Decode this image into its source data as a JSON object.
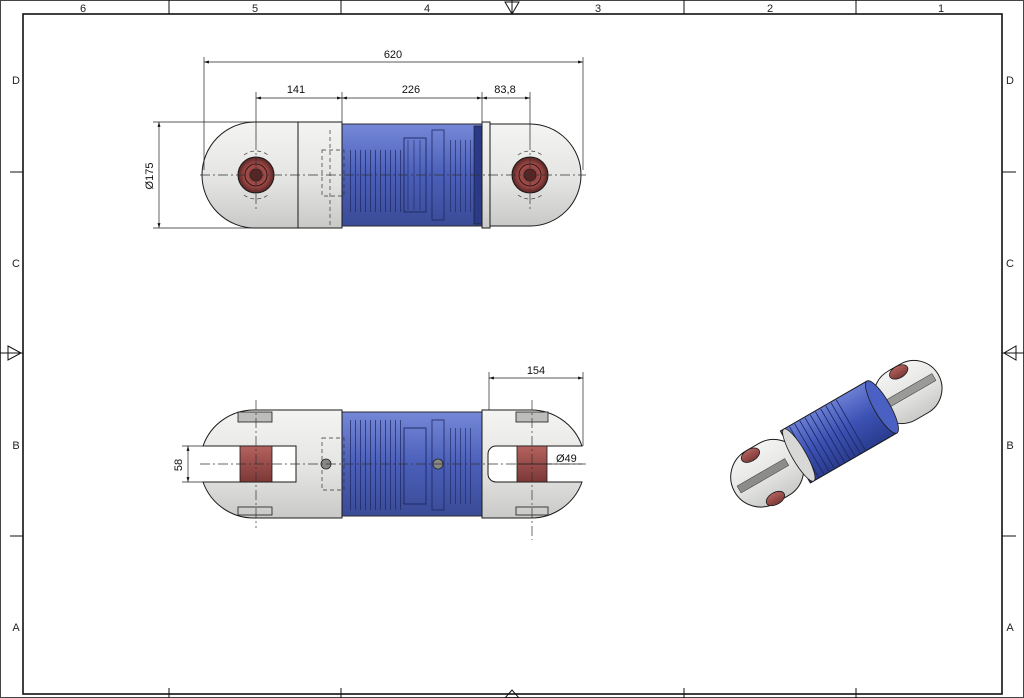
{
  "sheet": {
    "zones_top": [
      "6",
      "5",
      "4",
      "3",
      "2",
      "1"
    ],
    "zones_side": [
      "D",
      "C",
      "B",
      "A"
    ]
  },
  "top_view": {
    "dim_overall": "620",
    "dim_left": "141",
    "dim_center": "226",
    "dim_right": "83,8",
    "dim_diameter": "Ø175"
  },
  "front_view": {
    "dim_length": "154",
    "dim_slot": "58",
    "dim_pin": "Ø49"
  },
  "colors": {
    "body": "#e6e6e4",
    "blue": "#3f55b8",
    "pin": "#9b4c4a",
    "line": "#1a1a1a"
  }
}
